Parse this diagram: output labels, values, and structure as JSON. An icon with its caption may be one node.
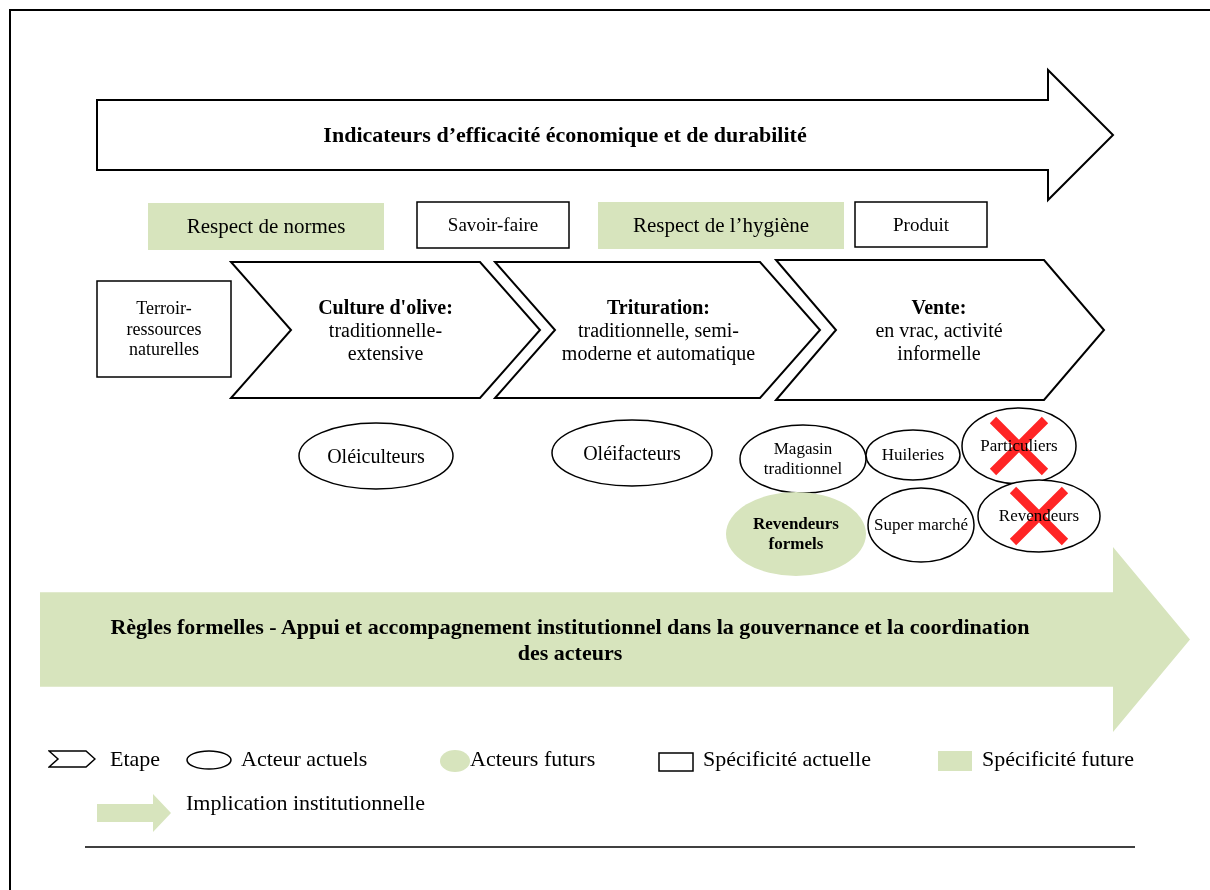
{
  "diagram": {
    "nodes": [
      {
        "text": [
          "Indicateurs d’efficacité économique et de durabilité"
        ]
      },
      {
        "text": [
          "Respect de normes"
        ]
      },
      {
        "text": [
          "Savoir-faire"
        ]
      },
      {
        "text": [
          "Respect de l’hygiène"
        ]
      },
      {
        "text": [
          "Produit"
        ]
      },
      {
        "text": [
          "Terroir-ressources naturelles"
        ]
      },
      {
        "text": [
          "Culture d'olive:",
          "traditionnelle-extensive"
        ]
      },
      {
        "text": [
          "Trituration:",
          "traditionnelle, semi-moderne et automatique"
        ]
      },
      {
        "text": [
          "Vente:",
          "en vrac, activité informelle"
        ]
      },
      {
        "text": [
          "Oléiculteurs"
        ]
      },
      {
        "text": [
          "Oléifacteurs"
        ]
      },
      {
        "text": [
          "Magasin traditionnel"
        ]
      },
      {
        "text": [
          "Huileries"
        ]
      },
      {
        "text": [
          "Particuliers"
        ]
      },
      {
        "text": [
          "Revendeurs formels"
        ]
      },
      {
        "text": [
          "Super marché"
        ]
      },
      {
        "text": [
          "Revendeurs"
        ]
      },
      {
        "text": [
          "Règles formelles - Appui et accompagnement institutionnel dans la gouvernance et la coordination des acteurs"
        ]
      }
    ],
    "legend": [
      {
        "text": "Etape"
      },
      {
        "text": "Acteur actuels"
      },
      {
        "text": "Acteurs futurs",
        "color": "#d7e4bd"
      },
      {
        "text": "Spécificité actuelle"
      },
      {
        "text": "Spécificité future",
        "color": "#d7e4bd"
      },
      {
        "text": "Implication institutionnelle"
      }
    ]
  }
}
